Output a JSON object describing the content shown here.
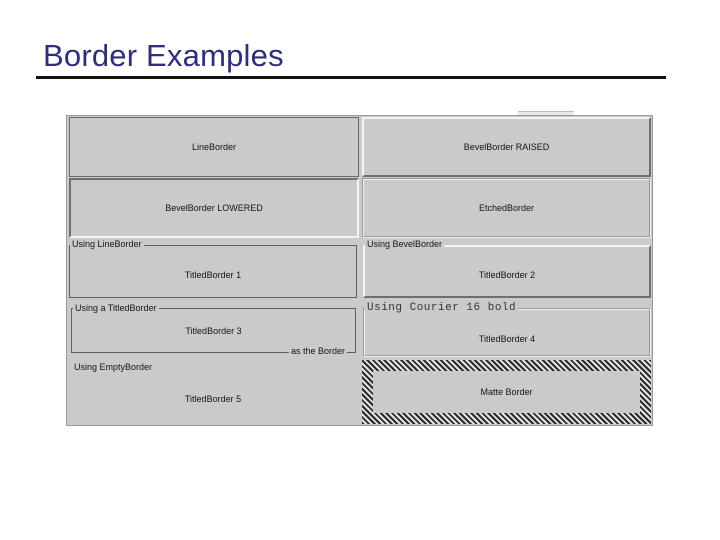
{
  "slide": {
    "title": "Border Examples"
  },
  "panel": {
    "line_border": "LineBorder",
    "bevel_raised": "BevelBorder RAISED",
    "bevel_lowered": "BevelBorder LOWERED",
    "etched_border": "EtchedBorder",
    "titled_1": {
      "title": "Using LineBorder",
      "label": "TitledBorder 1"
    },
    "titled_2": {
      "title": "Using BevelBorder",
      "label": "TitledBorder 2"
    },
    "titled_3": {
      "title": "Using a TitledBorder",
      "bottom_title": "as the Border",
      "label": "TitledBorder 3"
    },
    "titled_4": {
      "title": "Using Courier 16 bold",
      "label": "TitledBorder 4"
    },
    "titled_5": {
      "title": "Using EmptyBorder",
      "label": "TitledBorder 5"
    },
    "matte_border": "Matte Border"
  }
}
